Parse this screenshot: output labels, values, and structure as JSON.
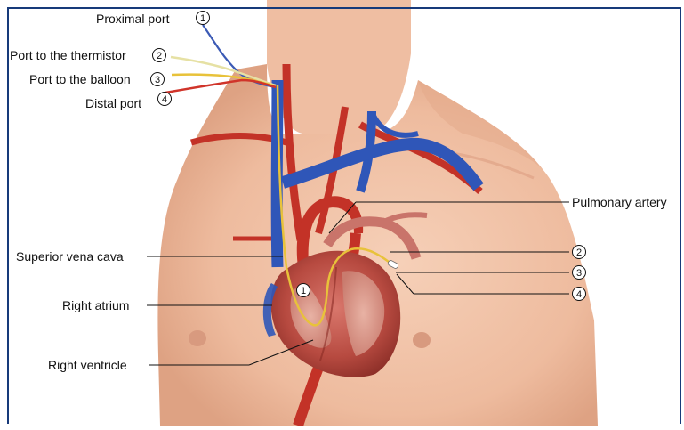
{
  "labels": {
    "proximal_port": "Proximal port",
    "thermistor_port": "Port to the thermistor",
    "balloon_port": "Port to the balloon",
    "distal_port": "Distal port",
    "pulmonary_artery": "Pulmonary artery",
    "superior_vena_cava": "Superior vena cava",
    "right_atrium": "Right atrium",
    "right_ventricle": "Right ventricle"
  },
  "markers": {
    "m1": "1",
    "m2": "2",
    "m3": "3",
    "m4": "4"
  },
  "colors": {
    "frame": "#173a7a",
    "skin": "#f0c3a8",
    "skin_shadow": "#e3a98b",
    "vein_blue": "#2f56b8",
    "artery_red": "#c33227",
    "heart": "#b94c43",
    "catheter_yellow": "#e8c23a",
    "catheter_blue": "#3b5ab5",
    "catheter_red": "#d0342a",
    "catheter_pale": "#e6e1a4"
  }
}
